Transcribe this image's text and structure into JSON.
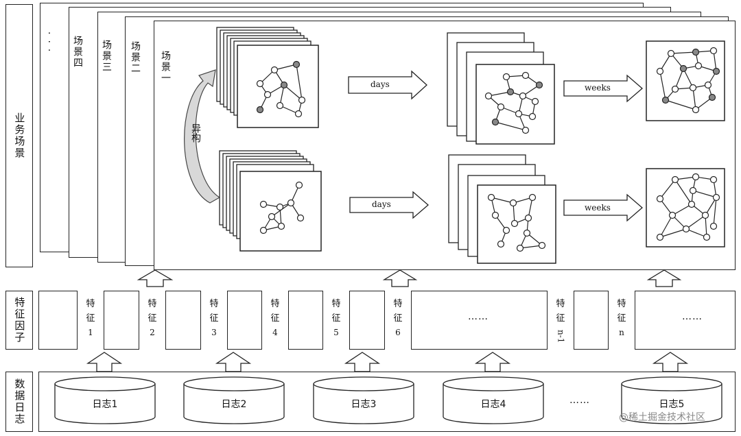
{
  "rows": {
    "business": "业务场景",
    "feature": "特征因子",
    "logs": "数据日志"
  },
  "scenes": {
    "more": "...",
    "s4": "场景四",
    "s3": "场景三",
    "s2": "场景二",
    "s1": "场景一"
  },
  "hetero": "异构",
  "arrows": {
    "days": "days",
    "weeks": "weeks"
  },
  "features": [
    {
      "l1": "特",
      "l2": "征",
      "l3": "1"
    },
    {
      "l1": "特",
      "l2": "征",
      "l3": "2"
    },
    {
      "l1": "特",
      "l2": "征",
      "l3": "3"
    },
    {
      "l1": "特",
      "l2": "征",
      "l3": "4"
    },
    {
      "l1": "特",
      "l2": "征",
      "l3": "5"
    },
    {
      "l1": "特",
      "l2": "征",
      "l3": "6"
    },
    {
      "l1": "特",
      "l2": "征",
      "l3": "n-1"
    },
    {
      "l1": "特",
      "l2": "征",
      "l3": "n"
    }
  ],
  "feature_ellipsis": "……",
  "logs": [
    "日志1",
    "日志2",
    "日志3",
    "日志4",
    "日志5"
  ],
  "log_ellipsis": "……",
  "watermark": "@稀土掘金技术社区"
}
